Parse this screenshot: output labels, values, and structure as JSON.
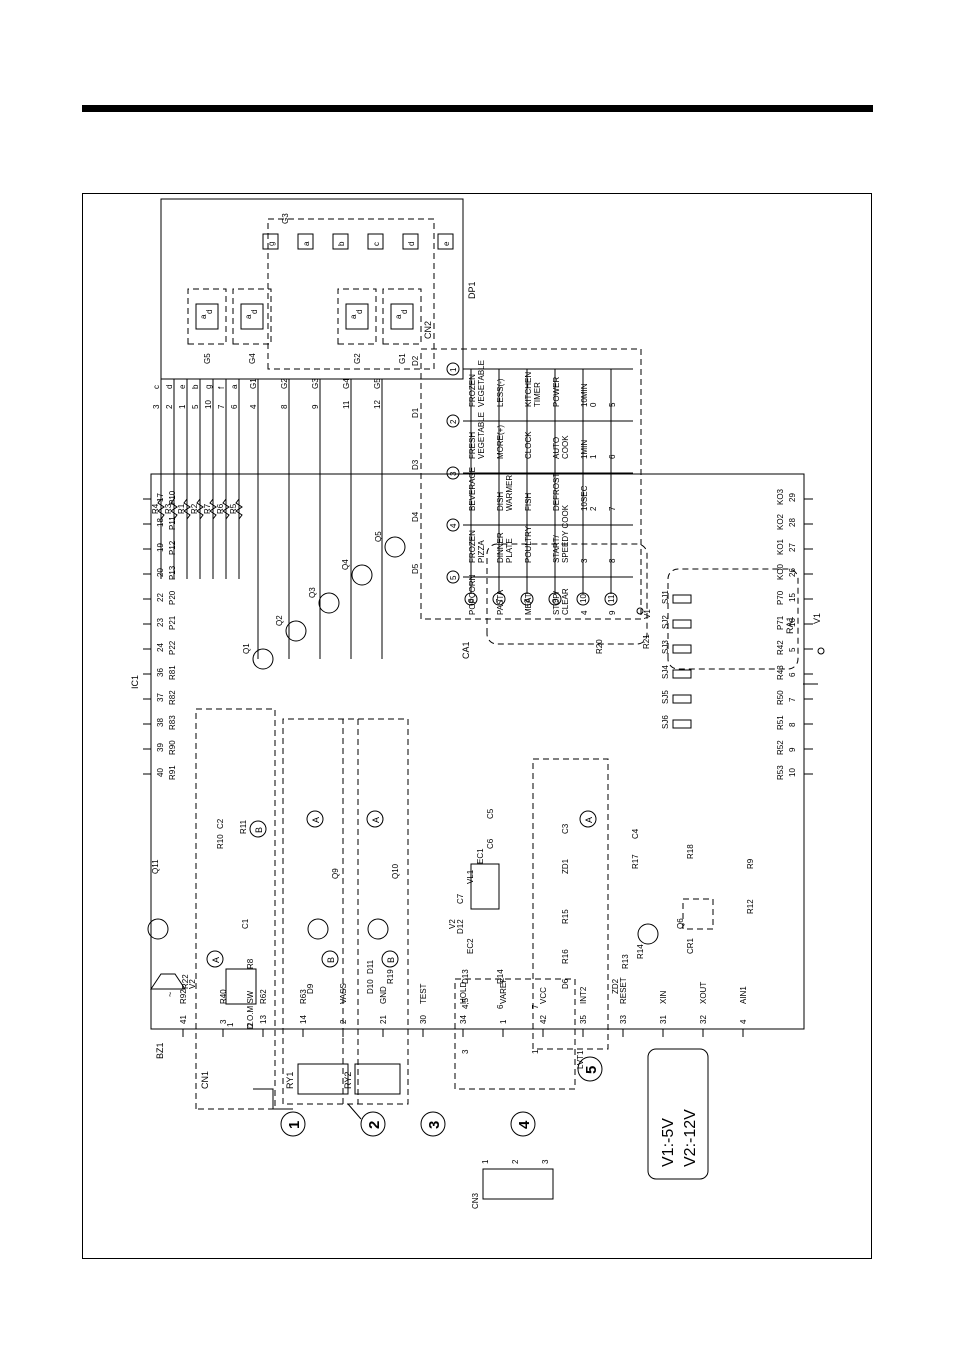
{
  "ic": {
    "ref": "IC1",
    "left_pins": [
      {
        "num": "17",
        "name": "P10"
      },
      {
        "num": "18",
        "name": "P11"
      },
      {
        "num": "19",
        "name": "P12"
      },
      {
        "num": "20",
        "name": "P13"
      },
      {
        "num": "22",
        "name": "P20"
      },
      {
        "num": "23",
        "name": "P21"
      },
      {
        "num": "24",
        "name": "P22"
      },
      {
        "num": "36",
        "name": "R81"
      },
      {
        "num": "37",
        "name": "R82"
      },
      {
        "num": "38",
        "name": "R83"
      },
      {
        "num": "39",
        "name": "R90"
      },
      {
        "num": "40",
        "name": "R91"
      }
    ],
    "right_pins": [
      {
        "num": "29",
        "name": "KO3"
      },
      {
        "num": "28",
        "name": "KO2"
      },
      {
        "num": "27",
        "name": "KO1"
      },
      {
        "num": "26",
        "name": "KO0"
      },
      {
        "num": "15",
        "name": "P70"
      },
      {
        "num": "16",
        "name": "P71"
      },
      {
        "num": "5",
        "name": "R42"
      },
      {
        "num": "6",
        "name": "R43"
      },
      {
        "num": "7",
        "name": "R50"
      },
      {
        "num": "8",
        "name": "R51"
      },
      {
        "num": "9",
        "name": "R52"
      },
      {
        "num": "10",
        "name": "R53"
      }
    ],
    "bottom_pins": [
      {
        "num": "41",
        "name": "R92"
      },
      {
        "num": "3",
        "name": "R40"
      },
      {
        "num": "13",
        "name": "R62"
      },
      {
        "num": "14",
        "name": "R63"
      },
      {
        "num": "2",
        "name": "VASS"
      },
      {
        "num": "21",
        "name": "GND"
      },
      {
        "num": "30",
        "name": "TEST"
      },
      {
        "num": "34",
        "name": "HOLD"
      },
      {
        "num": "1",
        "name": "VAREF"
      },
      {
        "num": "42",
        "name": "VCC"
      },
      {
        "num": "35",
        "name": "INT2"
      },
      {
        "num": "33",
        "name": "RESET"
      },
      {
        "num": "31",
        "name": "XIN"
      },
      {
        "num": "32",
        "name": "XOUT"
      },
      {
        "num": "4",
        "name": "AIN1"
      }
    ]
  },
  "display": {
    "ref": "DP1",
    "grids": [
      "G1",
      "G2",
      "G3",
      "G4",
      "G5"
    ],
    "grid_pins": [
      "4",
      "8",
      "9",
      "11",
      "12"
    ],
    "segment_lines": [
      {
        "seg": "c",
        "pin": "3",
        "res": "R4"
      },
      {
        "seg": "d",
        "pin": "2",
        "res": "R3"
      },
      {
        "seg": "e",
        "pin": "1",
        "res": "R1"
      },
      {
        "seg": "b",
        "pin": "5",
        "res": "R2"
      },
      {
        "seg": "g",
        "pin": "10",
        "res": "R7"
      },
      {
        "seg": "f",
        "pin": "7",
        "res": "R6"
      },
      {
        "seg": "a",
        "pin": "6",
        "res": "R5"
      }
    ],
    "digit_labels": [
      "G5",
      "G4",
      "G2",
      "G1"
    ],
    "digit_segments": [
      "a",
      "b",
      "c",
      "d",
      "e",
      "f",
      "g"
    ],
    "icon_labels": [
      "G3",
      "e",
      "d",
      "c",
      "b",
      "a",
      "g"
    ]
  },
  "key_matrix": {
    "connector": "CN2",
    "scan_rows": [
      {
        "num": "1",
        "diode": "D2",
        "keys": [
          "FROZEN VEGETABLE",
          "LESS(-)",
          "KITCHEN TIMER",
          "POWER",
          "10MIN 0",
          "5"
        ]
      },
      {
        "num": "2",
        "diode": "D1",
        "keys": [
          "FRESH VEGETABLE",
          "MORE(+)",
          "CLOCK",
          "AUTO COOK",
          "1MIN 1",
          "6"
        ]
      },
      {
        "num": "3",
        "diode": "D3",
        "keys": [
          "BEVERAGE",
          "DISH WARMER",
          "FISH",
          "DEFROST",
          "10SEC 2",
          "7"
        ]
      },
      {
        "num": "4",
        "diode": "D4",
        "keys": [
          "FROZEN PIZZA",
          "DINNER PLATE",
          "POULTRY",
          "START/ SPEEDY COOK",
          "3",
          "8"
        ]
      },
      {
        "num": "5",
        "diode": "D5",
        "keys": [
          "POPCORN",
          "PASTA",
          "MEAT",
          "STOP/ CLEAR",
          "4",
          "9"
        ]
      }
    ],
    "return_cols": [
      "6",
      "7",
      "8",
      "9",
      "10",
      "11"
    ]
  },
  "transistors": [
    "Q1",
    "Q2",
    "Q3",
    "Q4",
    "Q5",
    "Q6",
    "Q9",
    "Q10",
    "Q11"
  ],
  "jumpers": [
    "SJ1",
    "SJ2",
    "SJ3",
    "SJ4",
    "SJ5",
    "SJ6"
  ],
  "misc_labels": {
    "ra1": "RA1",
    "ca1": "CA1",
    "v1": "V1",
    "v2": "V2",
    "r20": "R20",
    "r21": "R21",
    "r22": "R22",
    "r8": "R8",
    "r10": "R10",
    "r11": "R11",
    "c1": "C1",
    "c2": "C2",
    "r19": "R19",
    "d9": "D9",
    "d10": "D10",
    "d11": "D11",
    "d12": "D12",
    "d13": "D13",
    "d14": "D14",
    "ec1": "EC1",
    "ec2": "EC2",
    "c3": "C3",
    "c4": "C4",
    "c5": "C5",
    "c6": "C6",
    "c7": "C7",
    "zd1": "ZD1",
    "zd2": "ZD2",
    "r15": "R15",
    "r16": "R16",
    "d6": "D6",
    "r13": "R13",
    "r14": "R14",
    "r17": "R17",
    "r18": "R18",
    "r9": "R9",
    "r12": "R12",
    "cr1": "CR1",
    "vl1": "VL1",
    "lvt1": "LVT1",
    "cn1": "CN1",
    "cn3": "CN3",
    "bz1": "BZ1",
    "ry1": "RY1",
    "ry2": "RY2",
    "door_sw": "D.O.M SW",
    "lvt_pins_a": "4,5",
    "lvt_pins_b": "6",
    "lvt_pins_c": "7",
    "lvt_pins_d": "3",
    "lvt_pins_e": "1",
    "cn1_pin1": "1",
    "cn1_pin2": "2",
    "cn3_pin1": "1",
    "cn3_pin2": "2",
    "cn3_pin3": "3",
    "marker_a": "A",
    "marker_b": "B",
    "tilde": "~"
  },
  "blocks": [
    "1",
    "2",
    "3",
    "4",
    "5"
  ],
  "voltage_note": {
    "v1": "V1:-5V",
    "v2": "V2:-12V"
  }
}
